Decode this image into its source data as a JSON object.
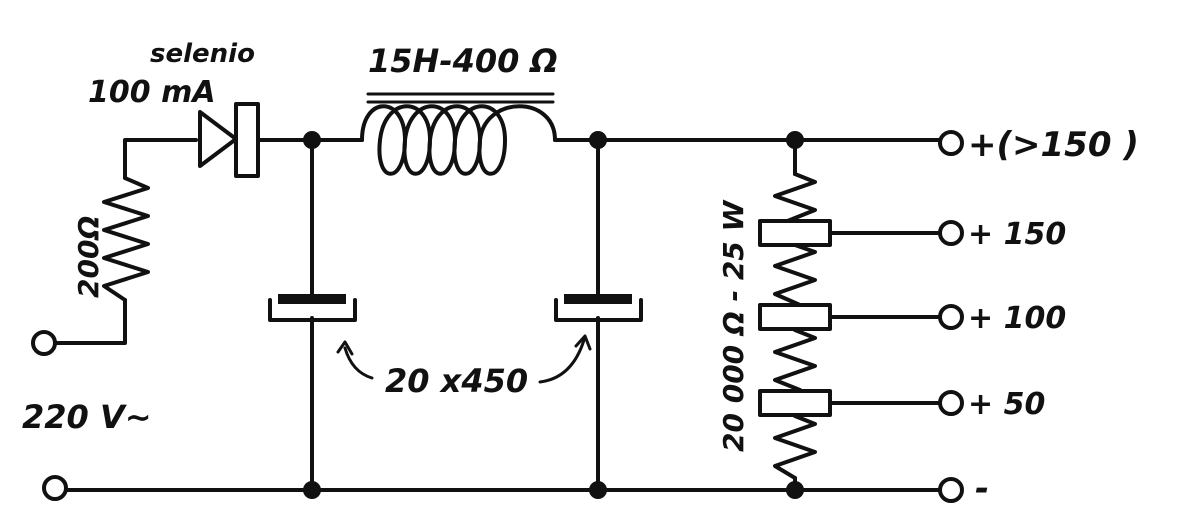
{
  "labels": {
    "rectifier_type": "selenio",
    "rectifier_current": "100 mA",
    "choke": "15H-400 Ω",
    "input_resistor": "200Ω",
    "divider_resistor": "20 000 Ω - 25 W",
    "capacitors": "20 x450",
    "mains_input": "220 V∼"
  },
  "outputs": {
    "top": "+(>150 )",
    "tap_150": "+ 150",
    "tap_100": "+ 100",
    "tap_50": "+ 50",
    "ground": "-"
  },
  "colors": {
    "ink": "#111111",
    "paper": "#ffffff"
  }
}
